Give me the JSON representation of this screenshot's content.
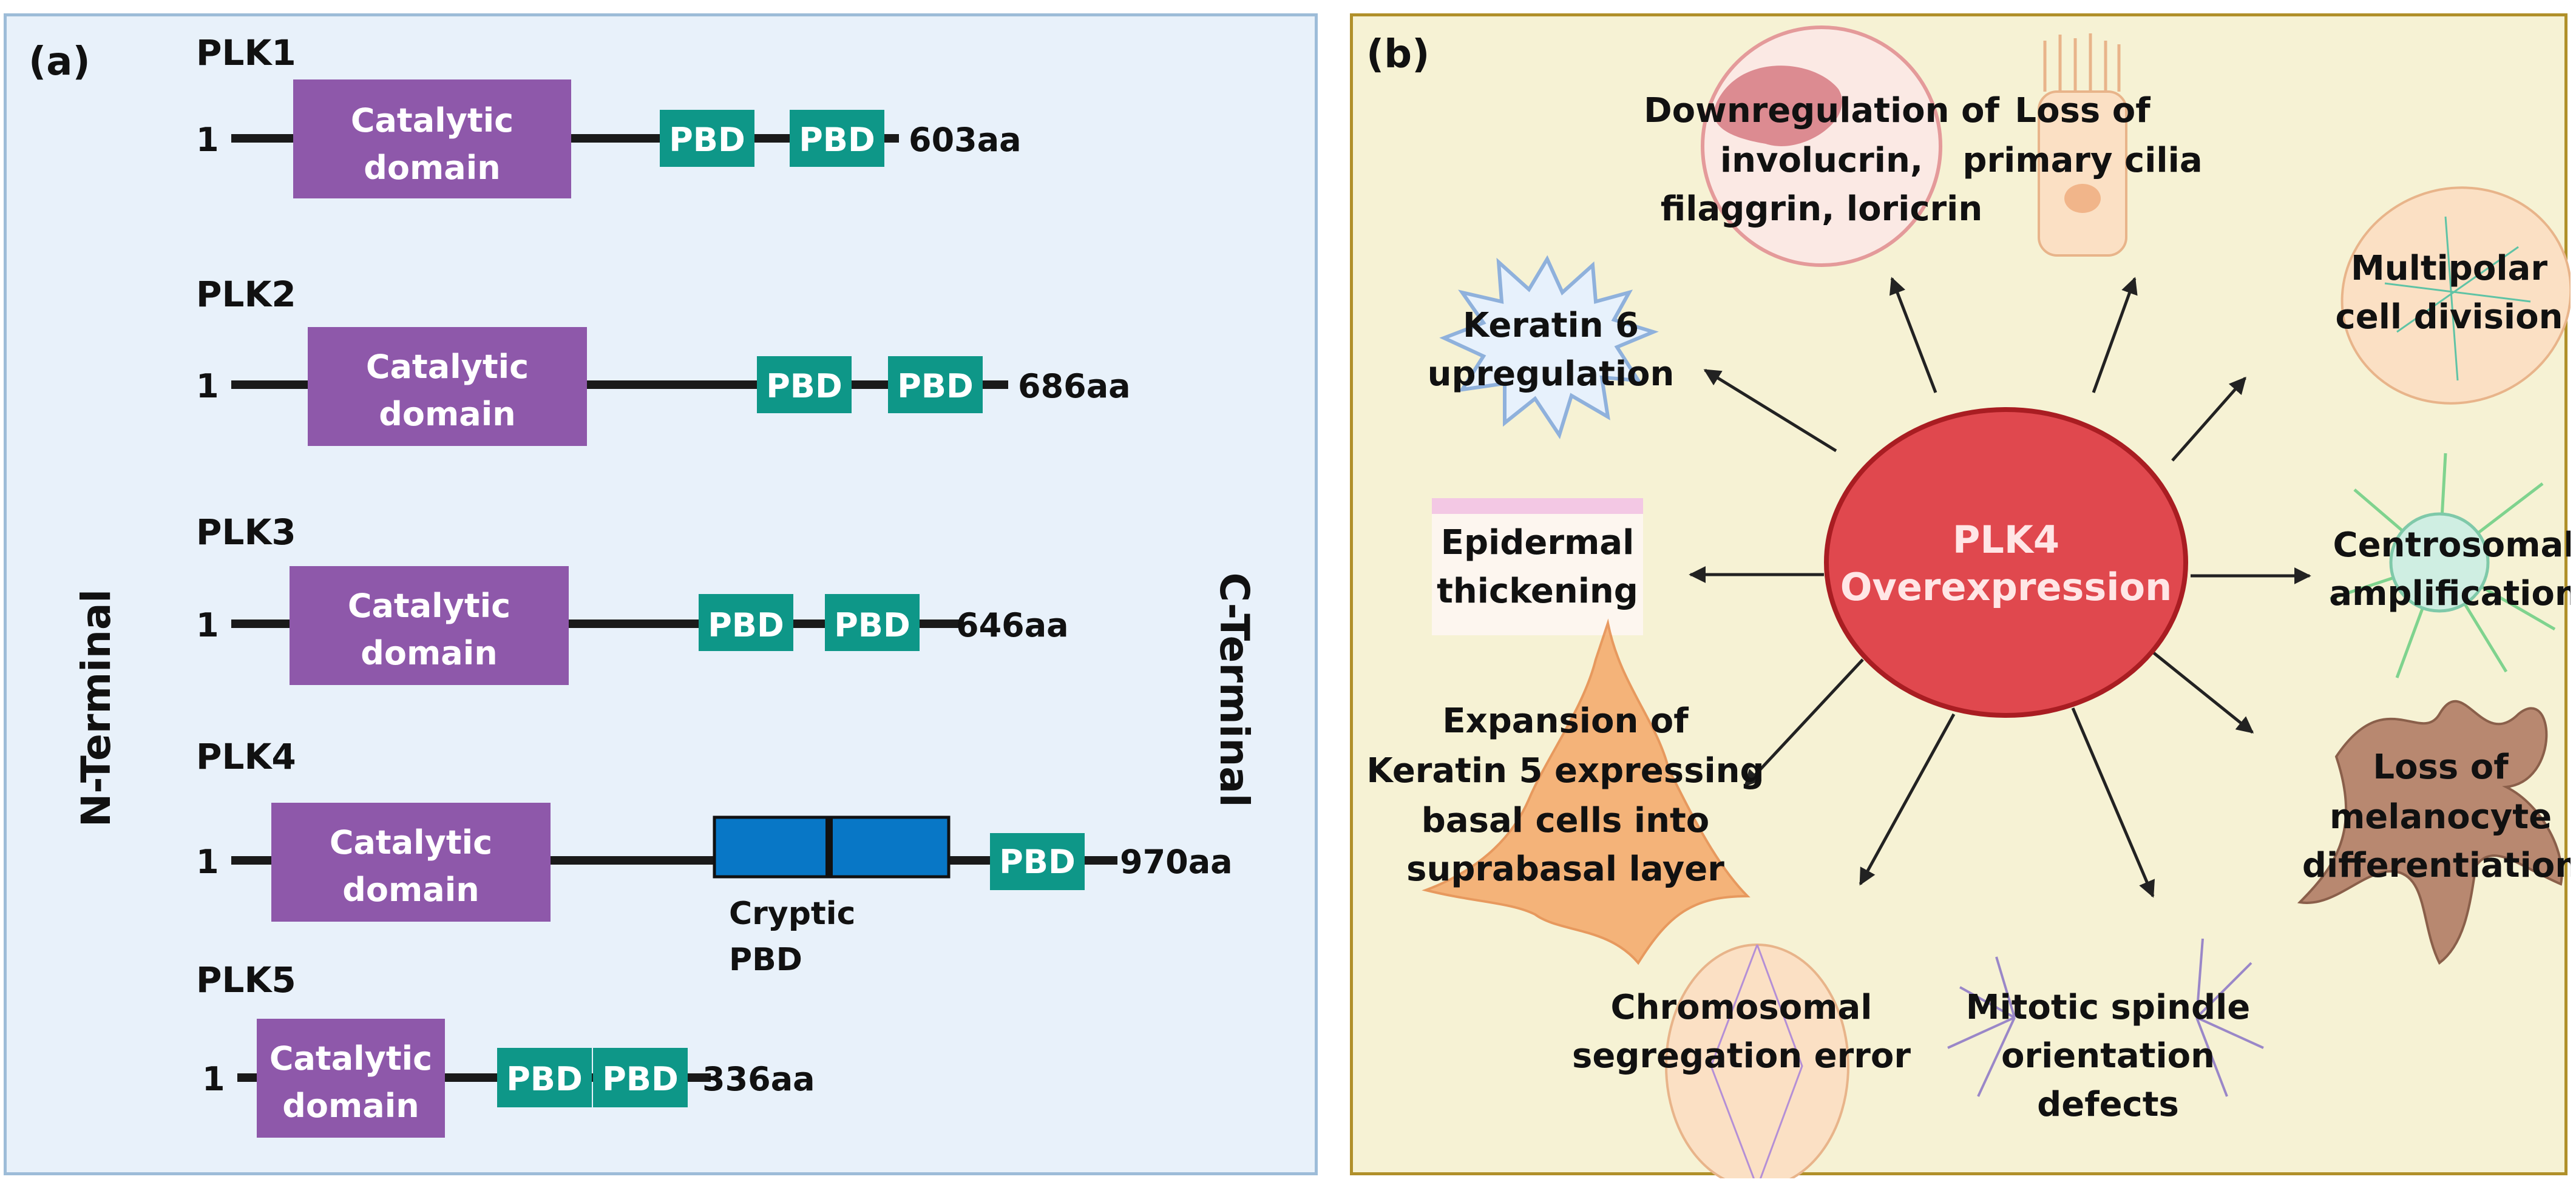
{
  "panel_a": {
    "label": "(a)",
    "n_terminal": "N-Terminal",
    "c_terminal": "C-Terminal",
    "proteins": [
      {
        "name": "PLK1",
        "start": "1",
        "end": "603aa",
        "catalytic": [
          "Catalytic",
          "domain"
        ],
        "pbd": [
          "PBD",
          "PBD"
        ]
      },
      {
        "name": "PLK2",
        "start": "1",
        "end": "686aa",
        "catalytic": [
          "Catalytic",
          "domain"
        ],
        "pbd": [
          "PBD",
          "PBD"
        ]
      },
      {
        "name": "PLK3",
        "start": "1",
        "end": "646aa",
        "catalytic": [
          "Catalytic",
          "domain"
        ],
        "pbd": [
          "PBD",
          "PBD"
        ]
      },
      {
        "name": "PLK4",
        "start": "1",
        "end": "970aa",
        "catalytic": [
          "Catalytic",
          "domain"
        ],
        "pbd": [
          "PBD"
        ],
        "cryptic": [
          "Cryptic",
          "PBD"
        ]
      },
      {
        "name": "PLK5",
        "start": "1",
        "end": "336aa",
        "catalytic": [
          "Catalytic",
          "domain"
        ],
        "pbd": [
          "PBD",
          "PBD"
        ]
      }
    ]
  },
  "panel_b": {
    "label": "(b)",
    "center": [
      "PLK4",
      "Overexpression"
    ],
    "effects": {
      "downregulation": [
        "Downregulation of",
        "involucrin,",
        "filaggrin, loricrin"
      ],
      "cilia": [
        "Loss of",
        "primary cilia"
      ],
      "multipolar": [
        "Multipolar",
        "cell division"
      ],
      "keratin6": [
        "Keratin 6",
        "upregulation"
      ],
      "epidermal": [
        "Epidermal",
        "thickening"
      ],
      "centrosomal": [
        "Centrosomal",
        "amplification"
      ],
      "melanocyte": [
        "Loss of",
        "melanocyte",
        "differentiation"
      ],
      "keratin5": [
        "Expansion of",
        "Keratin 5 expressing",
        "basal cells into",
        "suprabasal layer"
      ],
      "chromosomal": [
        "Chromosomal",
        "segregation error"
      ],
      "spindle": [
        "Mitotic spindle",
        "orientation",
        "defects"
      ]
    }
  },
  "colors": {
    "catalytic": "#8e58aa",
    "pbd": "#0e9788",
    "cryptic": "#0877c6",
    "center": "#e0484e",
    "center_stroke": "#a91d22"
  }
}
